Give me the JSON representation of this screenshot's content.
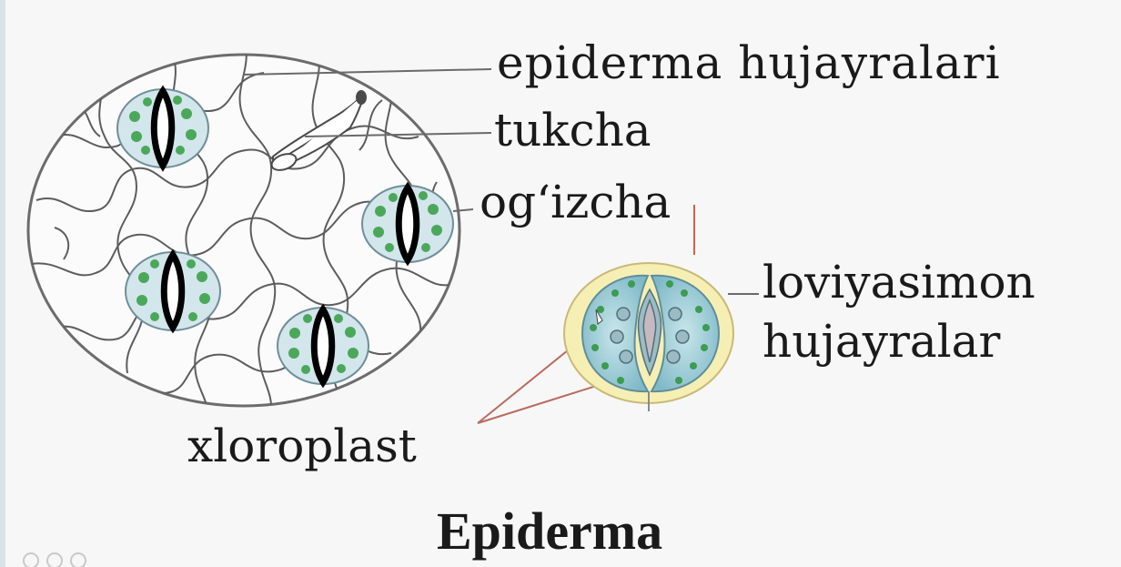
{
  "title": "Epiderma",
  "labels": {
    "epidermis_cells": "epiderma hujayralari",
    "trichome": "tukcha",
    "stoma": "og‘izcha",
    "guard_cells_line1": "loviyasimon",
    "guard_cells_line2": "hujayralar",
    "chloroplast": "xloroplast"
  },
  "colors": {
    "background": "#f7f7f7",
    "outline": "#6c6c6c",
    "chloroplast_green": "#4ba85a",
    "guard_cell_blue": "#7fb9c8",
    "stoma_outer_yellow": "#f6efb4",
    "pointer_red": "#d9604a"
  }
}
